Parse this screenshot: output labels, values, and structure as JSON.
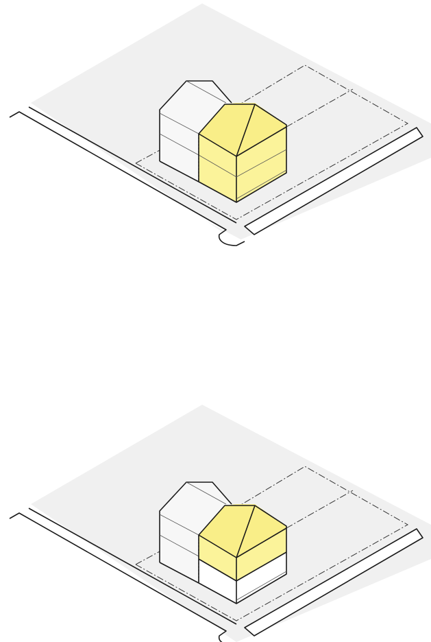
{
  "diagrams": [
    {
      "variant": "full-height-addition",
      "highlighted_floors": [
        "upper",
        "middle",
        "lower"
      ]
    },
    {
      "variant": "upper-floors-addition",
      "highlighted_floors": [
        "upper",
        "middle"
      ]
    }
  ],
  "colors": {
    "site_fill": "#f0f0f0",
    "existing_fill": "#f7f7f7",
    "addition_fill": "#fbf39a",
    "addition_roof_fill": "#f9ee88",
    "unhighlighted_fill": "#ffffff",
    "line": "#1a1a1a",
    "lot_line": "#333333"
  },
  "icons": {
    "site": "site-plane",
    "roads": "road-outline",
    "lot": "dash-dot-lot-boundary",
    "existing": "existing-house-massing",
    "addition": "highlighted-addition-massing"
  }
}
